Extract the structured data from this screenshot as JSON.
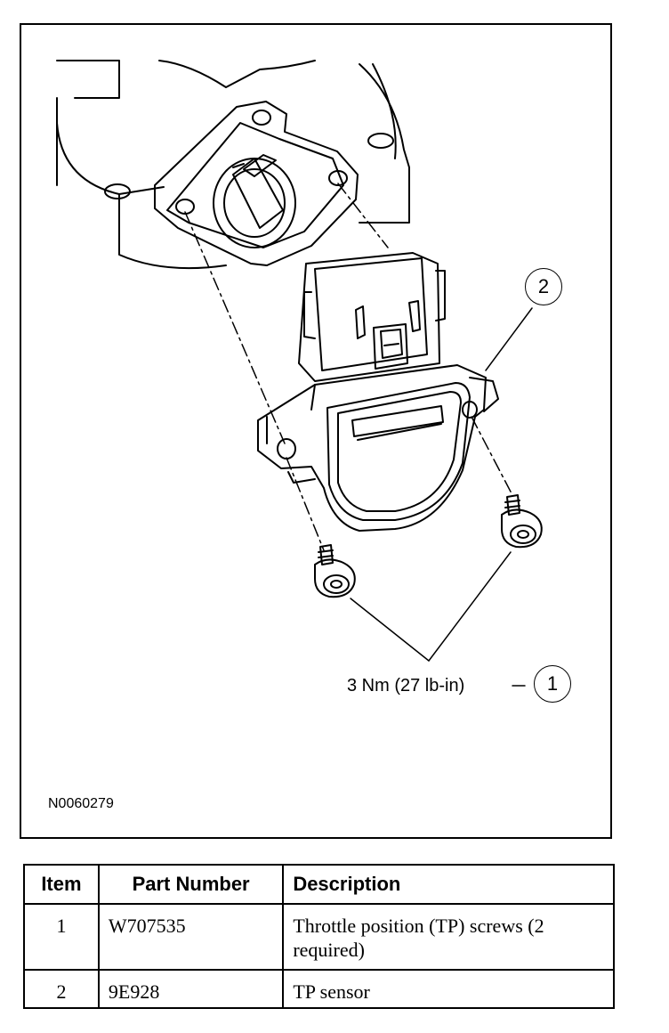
{
  "figure": {
    "id": "N0060279",
    "torque_spec": "3 Nm (27 lb-in)",
    "callouts": [
      "1",
      "2"
    ]
  },
  "table": {
    "headers": [
      "Item",
      "Part Number",
      "Description"
    ],
    "rows": [
      {
        "item": "1",
        "part_number": "W707535",
        "description": "Throttle position (TP) screws (2 required)"
      },
      {
        "item": "2",
        "part_number": "9E928",
        "description": "TP sensor"
      }
    ]
  }
}
